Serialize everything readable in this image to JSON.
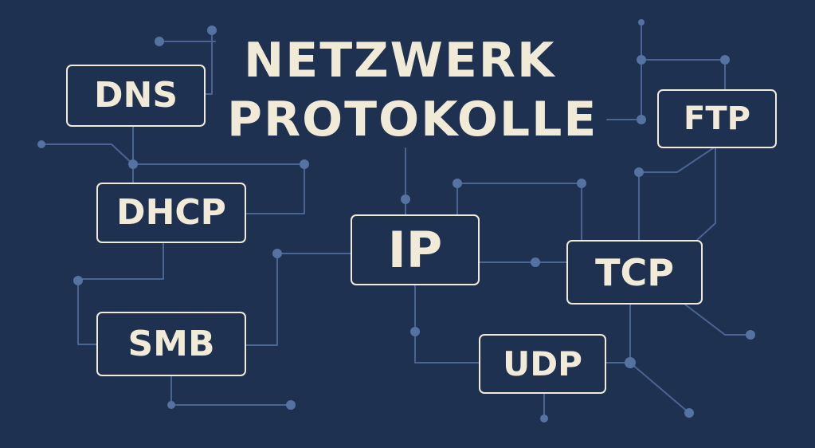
{
  "title": {
    "line1": "NETZWERK",
    "line2": "PROTOKOLLE"
  },
  "nodes": {
    "dns": "DNS",
    "dhcp": "DHCP",
    "smb": "SMB",
    "ip": "IP",
    "tcp": "TCP",
    "udp": "UDP",
    "ftp": "FTP"
  },
  "colors": {
    "background": "#1e3151",
    "text_and_border": "#f1ead6",
    "circuit_trace": "#4a6591",
    "circuit_dot": "#5572a0"
  }
}
